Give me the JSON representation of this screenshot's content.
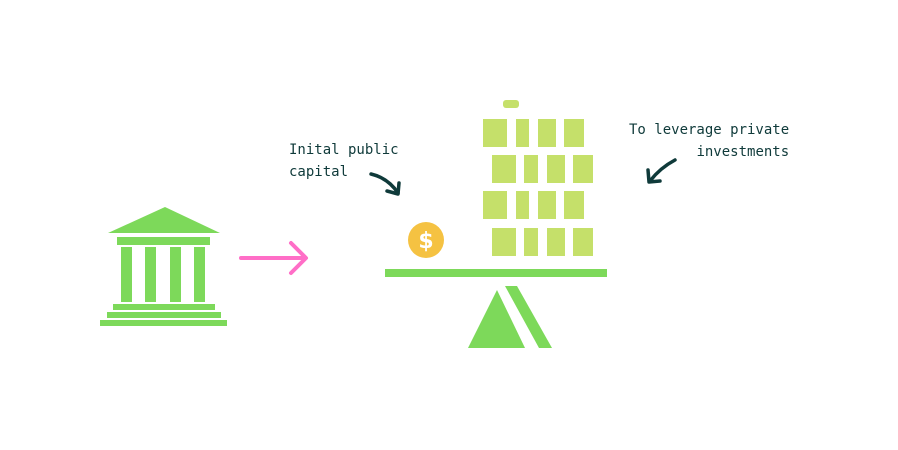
{
  "labels": {
    "public_line1": "Inital public",
    "public_line2": "capital",
    "private_line1": "To leverage private",
    "private_line2": "investments"
  },
  "colors": {
    "green": "#7dd95a",
    "building_green": "#c5e06a",
    "pink_arrow": "#ff6ec7",
    "coin": "#f5c242",
    "coin_symbol": "#ffffff",
    "dark_arrow": "#0f3a3a"
  },
  "icons": {
    "bank": "bank-icon",
    "arrow": "arrow-right-icon",
    "coin": "dollar-coin-icon",
    "building": "building-icon",
    "seesaw": "seesaw-icon"
  }
}
